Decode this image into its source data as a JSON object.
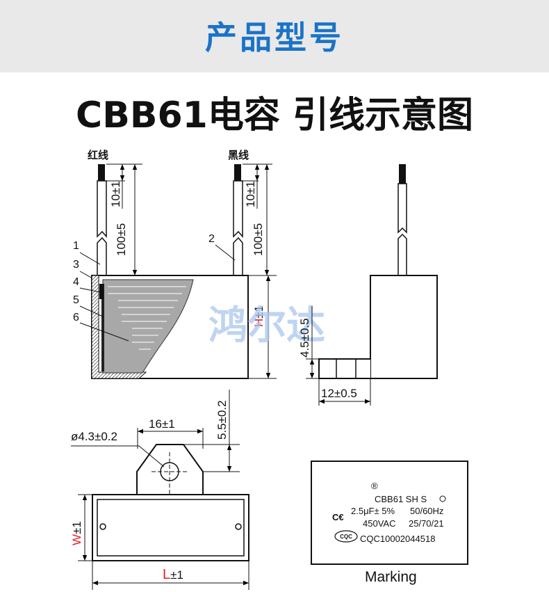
{
  "header": {
    "title": "产品型号"
  },
  "diagram_title": "CBB61电容 引线示意图",
  "wires": {
    "red_label": "红线",
    "black_label": "黑线"
  },
  "parts": [
    "1",
    "2",
    "3",
    "4",
    "5",
    "6"
  ],
  "dimensions": {
    "strip": "10±1",
    "lead": "100±5",
    "height_letter": "H",
    "height_tol": "±1",
    "foot_height": "4.5±0.5",
    "foot_width": "12±0.5",
    "hole": "ø4.3±0.2",
    "tab_width": "16±1",
    "tab_height": "5.5±0.2",
    "width_letter": "W",
    "width_tol": "±1",
    "length_letter": "L",
    "length_tol": "±1"
  },
  "watermark": "鸿尔达",
  "marking": {
    "registered": "®",
    "model": "CBB61 SH S",
    "cap": "2.5μF± 5%",
    "freq": "50/60Hz",
    "ce": "C€",
    "voltage": "450VAC",
    "class": "25/70/21",
    "cqc_logo": "CQC",
    "cert": "CQC10002044518",
    "caption": "Marking"
  },
  "colors": {
    "title_blue": "#1a73c9",
    "accent_red": "#e02020",
    "watermark": "#a9c6ec"
  }
}
